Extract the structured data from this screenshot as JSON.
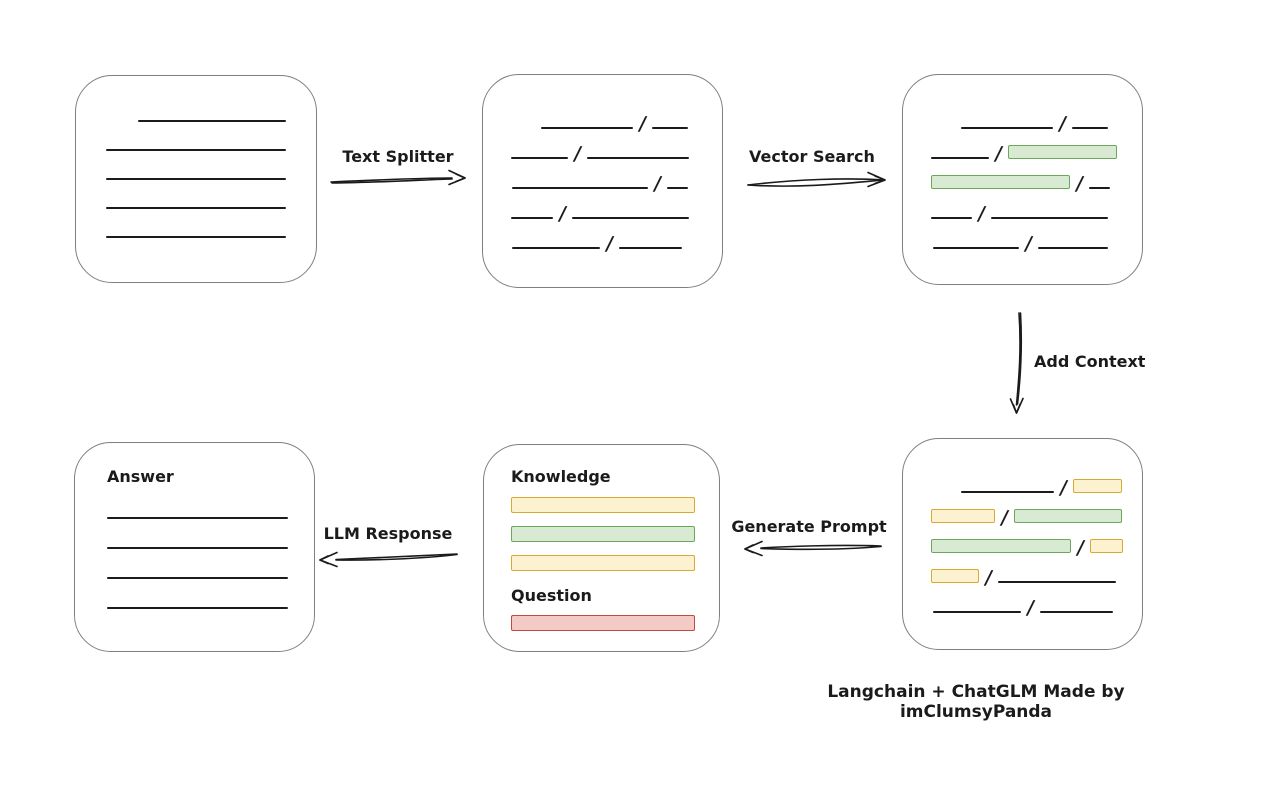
{
  "footer": "Langchain + ChatGLM Made by imClumsyPanda",
  "colors": {
    "ink": "#1b1b1b",
    "box_border": "#7f7f7f",
    "green_fill": "#d9ead3",
    "green_border": "#6ca85c",
    "yellow_fill": "#fdf2d0",
    "yellow_border": "#d9a932",
    "red_fill": "#f3cac5",
    "red_border": "#c04a3f"
  },
  "arrows": {
    "text_splitter": {
      "label": "Text Splitter",
      "direction": "right"
    },
    "vector_search": {
      "label": "Vector Search",
      "direction": "right"
    },
    "add_context": {
      "label": "Add Context",
      "direction": "down"
    },
    "generate_prompt": {
      "label": "Generate Prompt",
      "direction": "left"
    },
    "llm_response": {
      "label": "LLM Response",
      "direction": "left"
    }
  },
  "nodes": {
    "document": {
      "description": "source document with plain text lines",
      "rows": [
        [
          [
            "g",
            62
          ],
          [
            "l",
            148
          ]
        ],
        [
          [
            "g",
            30
          ],
          [
            "l",
            180
          ]
        ],
        [
          [
            "g",
            30
          ],
          [
            "l",
            180
          ]
        ],
        [
          [
            "g",
            30
          ],
          [
            "l",
            180
          ]
        ],
        [
          [
            "g",
            30
          ],
          [
            "l",
            180
          ]
        ]
      ]
    },
    "split_text": {
      "description": "document split into chunks by slashes",
      "rows": [
        [
          [
            "g",
            58
          ],
          [
            "l",
            92
          ],
          [
            "s"
          ],
          [
            "l",
            36
          ]
        ],
        [
          [
            "g",
            28
          ],
          [
            "l",
            57
          ],
          [
            "s"
          ],
          [
            "l",
            102
          ]
        ],
        [
          [
            "g",
            29
          ],
          [
            "l",
            136
          ],
          [
            "s"
          ],
          [
            "l",
            21
          ]
        ],
        [
          [
            "g",
            28
          ],
          [
            "l",
            42
          ],
          [
            "s"
          ],
          [
            "l",
            117
          ]
        ],
        [
          [
            "g",
            29
          ],
          [
            "l",
            88
          ],
          [
            "s"
          ],
          [
            "l",
            63
          ]
        ]
      ]
    },
    "matched_chunks": {
      "description": "chunks with vector-search matches highlighted green",
      "rows": [
        [
          [
            "g",
            58
          ],
          [
            "l",
            92
          ],
          [
            "s"
          ],
          [
            "l",
            36
          ]
        ],
        [
          [
            "g",
            28
          ],
          [
            "l",
            58
          ],
          [
            "s"
          ],
          [
            "bg",
            107
          ]
        ],
        [
          [
            "g",
            28
          ],
          [
            "bg",
            137
          ],
          [
            "s"
          ],
          [
            "l",
            21
          ]
        ],
        [
          [
            "g",
            28
          ],
          [
            "l",
            41
          ],
          [
            "s"
          ],
          [
            "l",
            117
          ]
        ],
        [
          [
            "g",
            30
          ],
          [
            "l",
            86
          ],
          [
            "s"
          ],
          [
            "l",
            70
          ]
        ]
      ]
    },
    "context_chunks": {
      "description": "chunks with added context highlighted yellow around green matches",
      "rows": [
        [
          [
            "g",
            58
          ],
          [
            "l",
            93
          ],
          [
            "s"
          ],
          [
            "by",
            47
          ]
        ],
        [
          [
            "g",
            28
          ],
          [
            "by",
            62
          ],
          [
            "s"
          ],
          [
            "bg",
            106
          ]
        ],
        [
          [
            "g",
            28
          ],
          [
            "bg",
            138
          ],
          [
            "s"
          ],
          [
            "by",
            31
          ]
        ],
        [
          [
            "g",
            28
          ],
          [
            "by",
            46
          ],
          [
            "s"
          ],
          [
            "l",
            118
          ]
        ],
        [
          [
            "g",
            30
          ],
          [
            "l",
            88
          ],
          [
            "s"
          ],
          [
            "l",
            73
          ]
        ]
      ]
    },
    "prompt": {
      "knowledge_label": "Knowledge",
      "question_label": "Question",
      "knowledge_bars": [
        "yellow",
        "green",
        "yellow"
      ],
      "question_bar": "red"
    },
    "answer": {
      "label": "Answer",
      "rows": [
        [
          [
            "l",
            181
          ]
        ],
        [
          [
            "l",
            181
          ]
        ],
        [
          [
            "l",
            181
          ]
        ],
        [
          [
            "l",
            181
          ]
        ]
      ]
    }
  }
}
